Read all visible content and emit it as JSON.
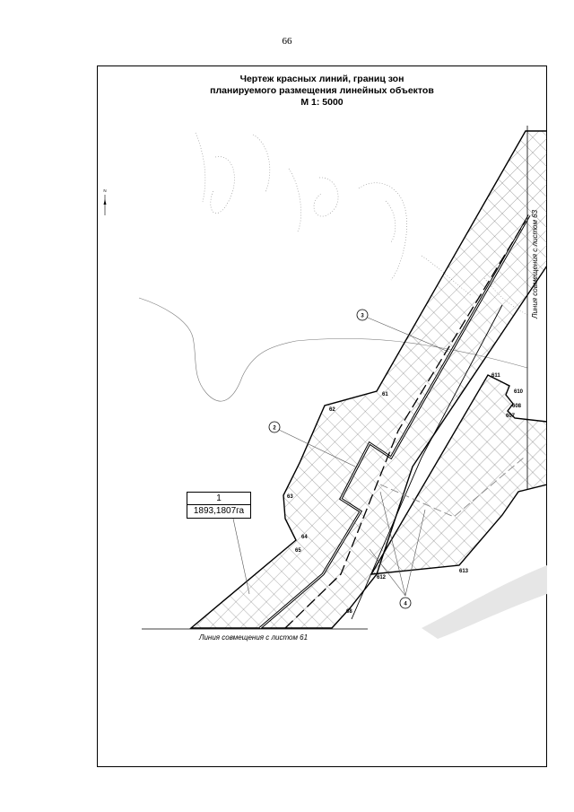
{
  "page_number": "66",
  "title": {
    "line1": "Чертеж красных линий, границ зон",
    "line2": "планируемого размещения линейных объектов",
    "scale": "М 1: 5000"
  },
  "north_arrow": {
    "label": "N",
    "icon": "north-arrow-icon"
  },
  "callouts": [
    "1",
    "2",
    "3",
    "4"
  ],
  "area_label": {
    "number": "1",
    "value": "1893,1807га"
  },
  "join_lines": {
    "bottom": "Линия совмещения с листом 61",
    "right": "Линия совмещения с листом 63"
  },
  "points": {
    "p61": "61",
    "p62": "62",
    "p63": "63",
    "p64": "64",
    "p65": "65",
    "p68": "68",
    "p607": "607",
    "p608": "608",
    "p610": "610",
    "p611": "611",
    "p612": "612",
    "p613": "613"
  },
  "colors": {
    "lines": "#000000",
    "hatch": "#555555",
    "dotted": "#9a9a9a"
  }
}
